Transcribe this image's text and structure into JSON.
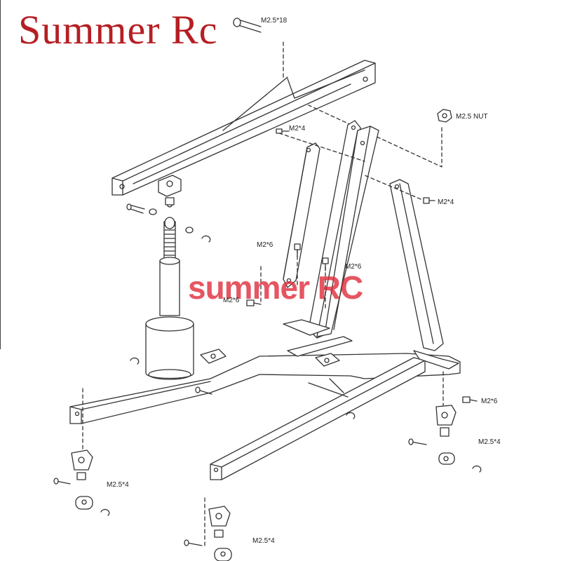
{
  "brand": {
    "title": "Summer Rc",
    "color": "#b51f24"
  },
  "watermark": {
    "text": "summer RC",
    "color": "#de2636"
  },
  "callouts": {
    "m25x18": "M2.5*18",
    "m25_nut": "M2.5 NUT",
    "m2x4_top": "M2*4",
    "m2x4_right": "M2*4",
    "m2x6_left": "M2*6",
    "m2x6_center": "M2*6",
    "m2x6_lower": "M2*6",
    "m2x6_right": "M2*6",
    "m25x4_right": "M2.5*4",
    "m25x4_left": "M2.5*4",
    "m25x4_bottom": "M2.5*4"
  },
  "line_color": "#333333"
}
